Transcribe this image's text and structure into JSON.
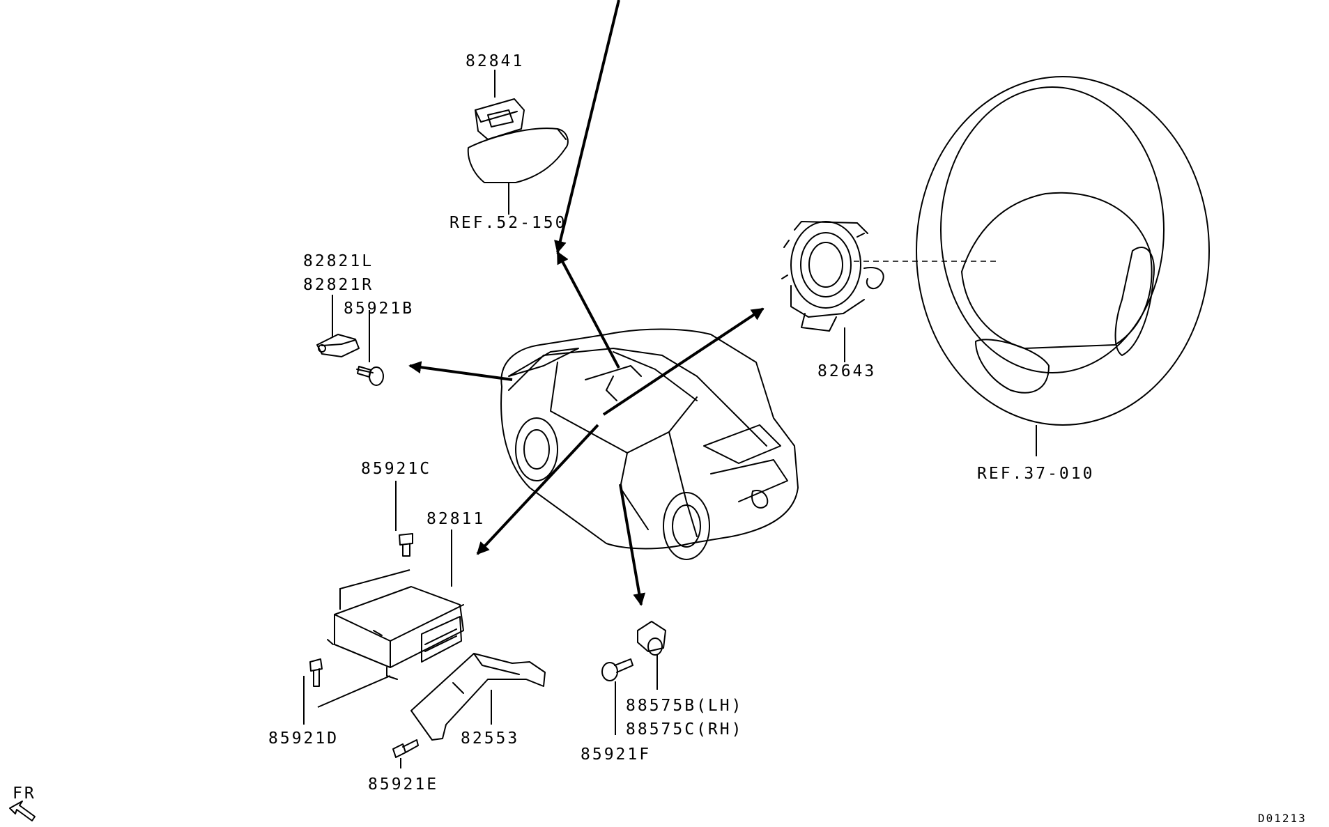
{
  "labels": {
    "p82841": "82841",
    "ref52": "REF.52-150",
    "p82821L": "82821L",
    "p82821R": "82821R",
    "p85921B": "85921B",
    "p82643": "82643",
    "ref37": "REF.37-010",
    "p85921C": "85921C",
    "p82811": "82811",
    "p85921D": "85921D",
    "p82553": "82553",
    "p85921E": "85921E",
    "p88575B": "88575B(LH)",
    "p88575C": "88575C(RH)",
    "p85921F": "85921F",
    "fr": "FR",
    "diagram_id": "D01213"
  },
  "icons": {
    "front_indicator": "front-direction-arrow-icon"
  }
}
